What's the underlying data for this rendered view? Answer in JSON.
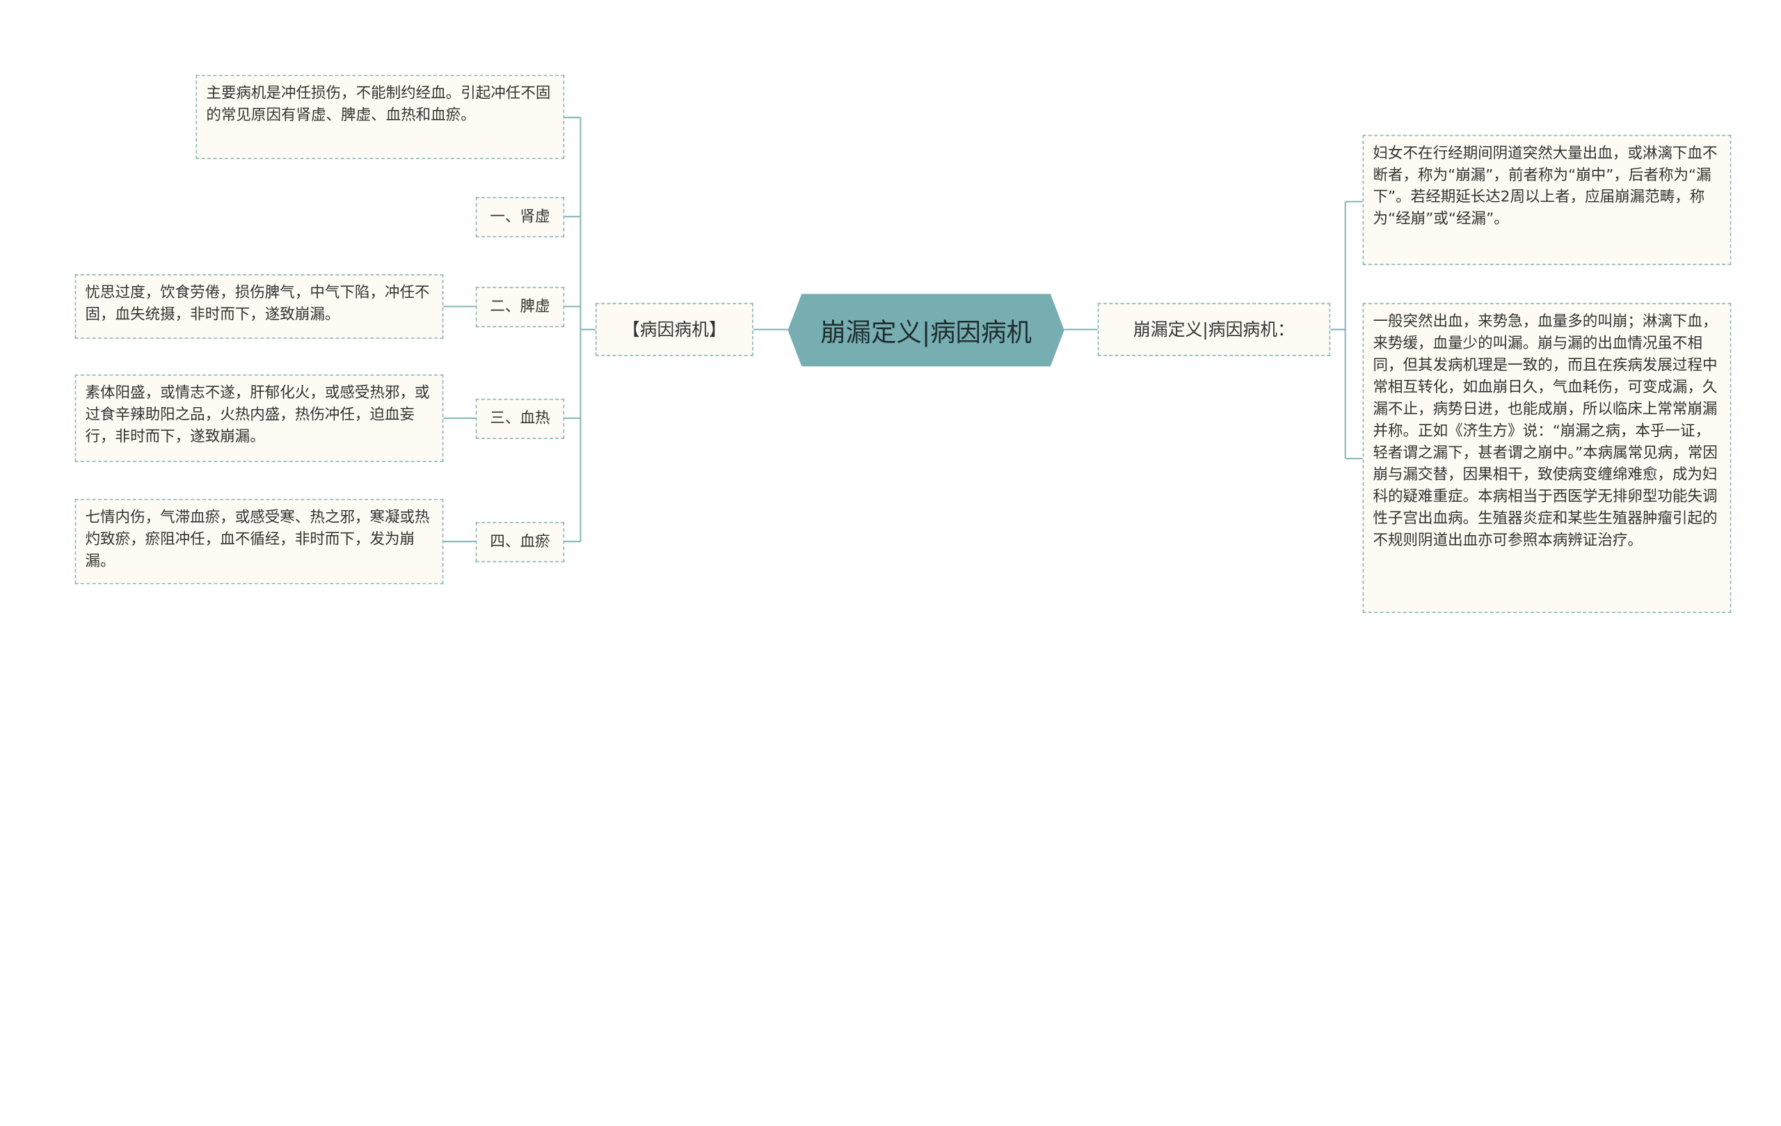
{
  "colors": {
    "root_fill": "#77aeb1",
    "node_fill": "#fdfbf3",
    "line": "#8ab9bb"
  },
  "root": "崩漏定义|病因病机",
  "left": {
    "header": "【病因病机】",
    "overview": "主要病机是冲任损伤，不能制约经血。引起冲任不固的常见原因有肾虚、脾虚、血热和血瘀。",
    "causes": [
      {
        "label": "一、肾虚",
        "detail": ""
      },
      {
        "label": "二、脾虚",
        "detail": "忧思过度，饮食劳倦，损伤脾气，中气下陷，冲任不固，血失统摄，非时而下，遂致崩漏。"
      },
      {
        "label": "三、血热",
        "detail": "素体阳盛，或情志不遂，肝郁化火，或感受热邪，或过食辛辣助阳之品，火热内盛，热伤冲任，迫血妄行，非时而下，遂致崩漏。"
      },
      {
        "label": "四、血瘀",
        "detail": "七情内伤，气滞血瘀，或感受寒、热之邪，寒凝或热灼致瘀，瘀阻冲任，血不循经，非时而下，发为崩漏。"
      }
    ]
  },
  "right": {
    "header": "崩漏定义|病因病机：",
    "definition": "妇女不在行经期间阴道突然大量出血，或淋漓下血不断者，称为“崩漏”，前者称为“崩中”，后者称为“漏下”。若经期延长达2周以上者，应届崩漏范畴，称为“经崩”或“经漏”。",
    "description": "一般突然出血，来势急，血量多的叫崩；淋漓下血，来势缓，血量少的叫漏。崩与漏的出血情况虽不相同，但其发病机理是一致的，而且在疾病发展过程中常相互转化，如血崩日久，气血耗伤，可变成漏，久漏不止，病势日进，也能成崩，所以临床上常常崩漏并称。正如《济生方》说：“崩漏之病，本乎一证，轻者谓之漏下，甚者谓之崩中。”本病属常见病，常因崩与漏交替，因果相干，致使病变缠绵难愈，成为妇科的疑难重症。本病相当于西医学无排卵型功能失调性子宫出血病。生殖器炎症和某些生殖器肿瘤引起的不规则阴道出血亦可参照本病辨证治疗。"
  }
}
